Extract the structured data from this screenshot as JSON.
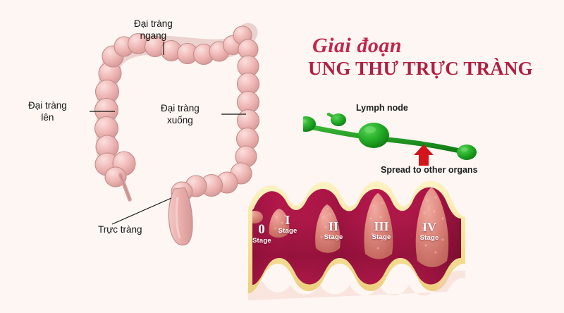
{
  "background_color": "#fdf6f2",
  "title": {
    "script_line": "Giai đoạn",
    "main_line": "UNG THƯ TRỰC TRÀNG",
    "script_color": "#c2264b",
    "main_color": "#b01f42"
  },
  "colon_diagram": {
    "organ_color": "#efb2b2",
    "labels": [
      {
        "id": "transverse",
        "line1": "Đại tràng",
        "line2": "ngang"
      },
      {
        "id": "ascending",
        "line1": "Đại tràng",
        "line2": "lên"
      },
      {
        "id": "descending",
        "line1": "Đại tràng",
        "line2": "xuống"
      },
      {
        "id": "rectum",
        "line1": "Trực tràng",
        "line2": ""
      }
    ]
  },
  "lymph": {
    "node_label": "Lymph node",
    "spread_label": "Spread to other organs",
    "node_color": "#22a626",
    "arrow_color": "#d3151b"
  },
  "bowel_wall": {
    "mucosa_color": "#a81746",
    "submucosa_color": "#f7e9a8",
    "tumor_color": "#e08080",
    "stages": [
      {
        "roman": "0",
        "word": "Stage"
      },
      {
        "roman": "I",
        "word": "Stage"
      },
      {
        "roman": "II",
        "word": "Stage"
      },
      {
        "roman": "III",
        "word": "Stage"
      },
      {
        "roman": "IV",
        "word": "Stage"
      }
    ]
  }
}
